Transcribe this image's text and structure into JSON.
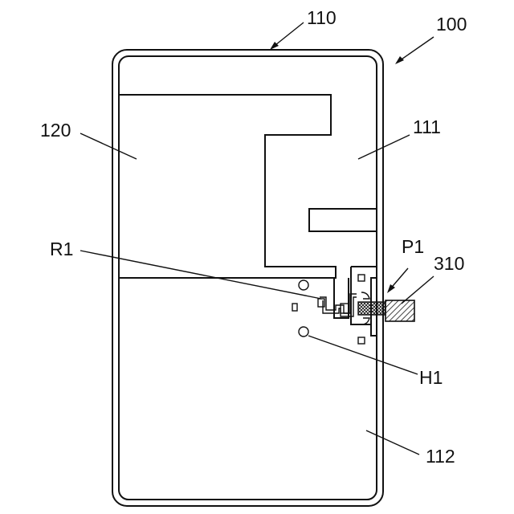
{
  "figure": {
    "labels": {
      "device": "100",
      "housing": "110",
      "antenna_upper": "111",
      "ground_lower": "112",
      "region_left": "120",
      "resistor": "R1",
      "feed_point": "P1",
      "cable": "310",
      "hole": "H1"
    },
    "colors": {
      "line": "#111111",
      "background": "#ffffff"
    }
  }
}
